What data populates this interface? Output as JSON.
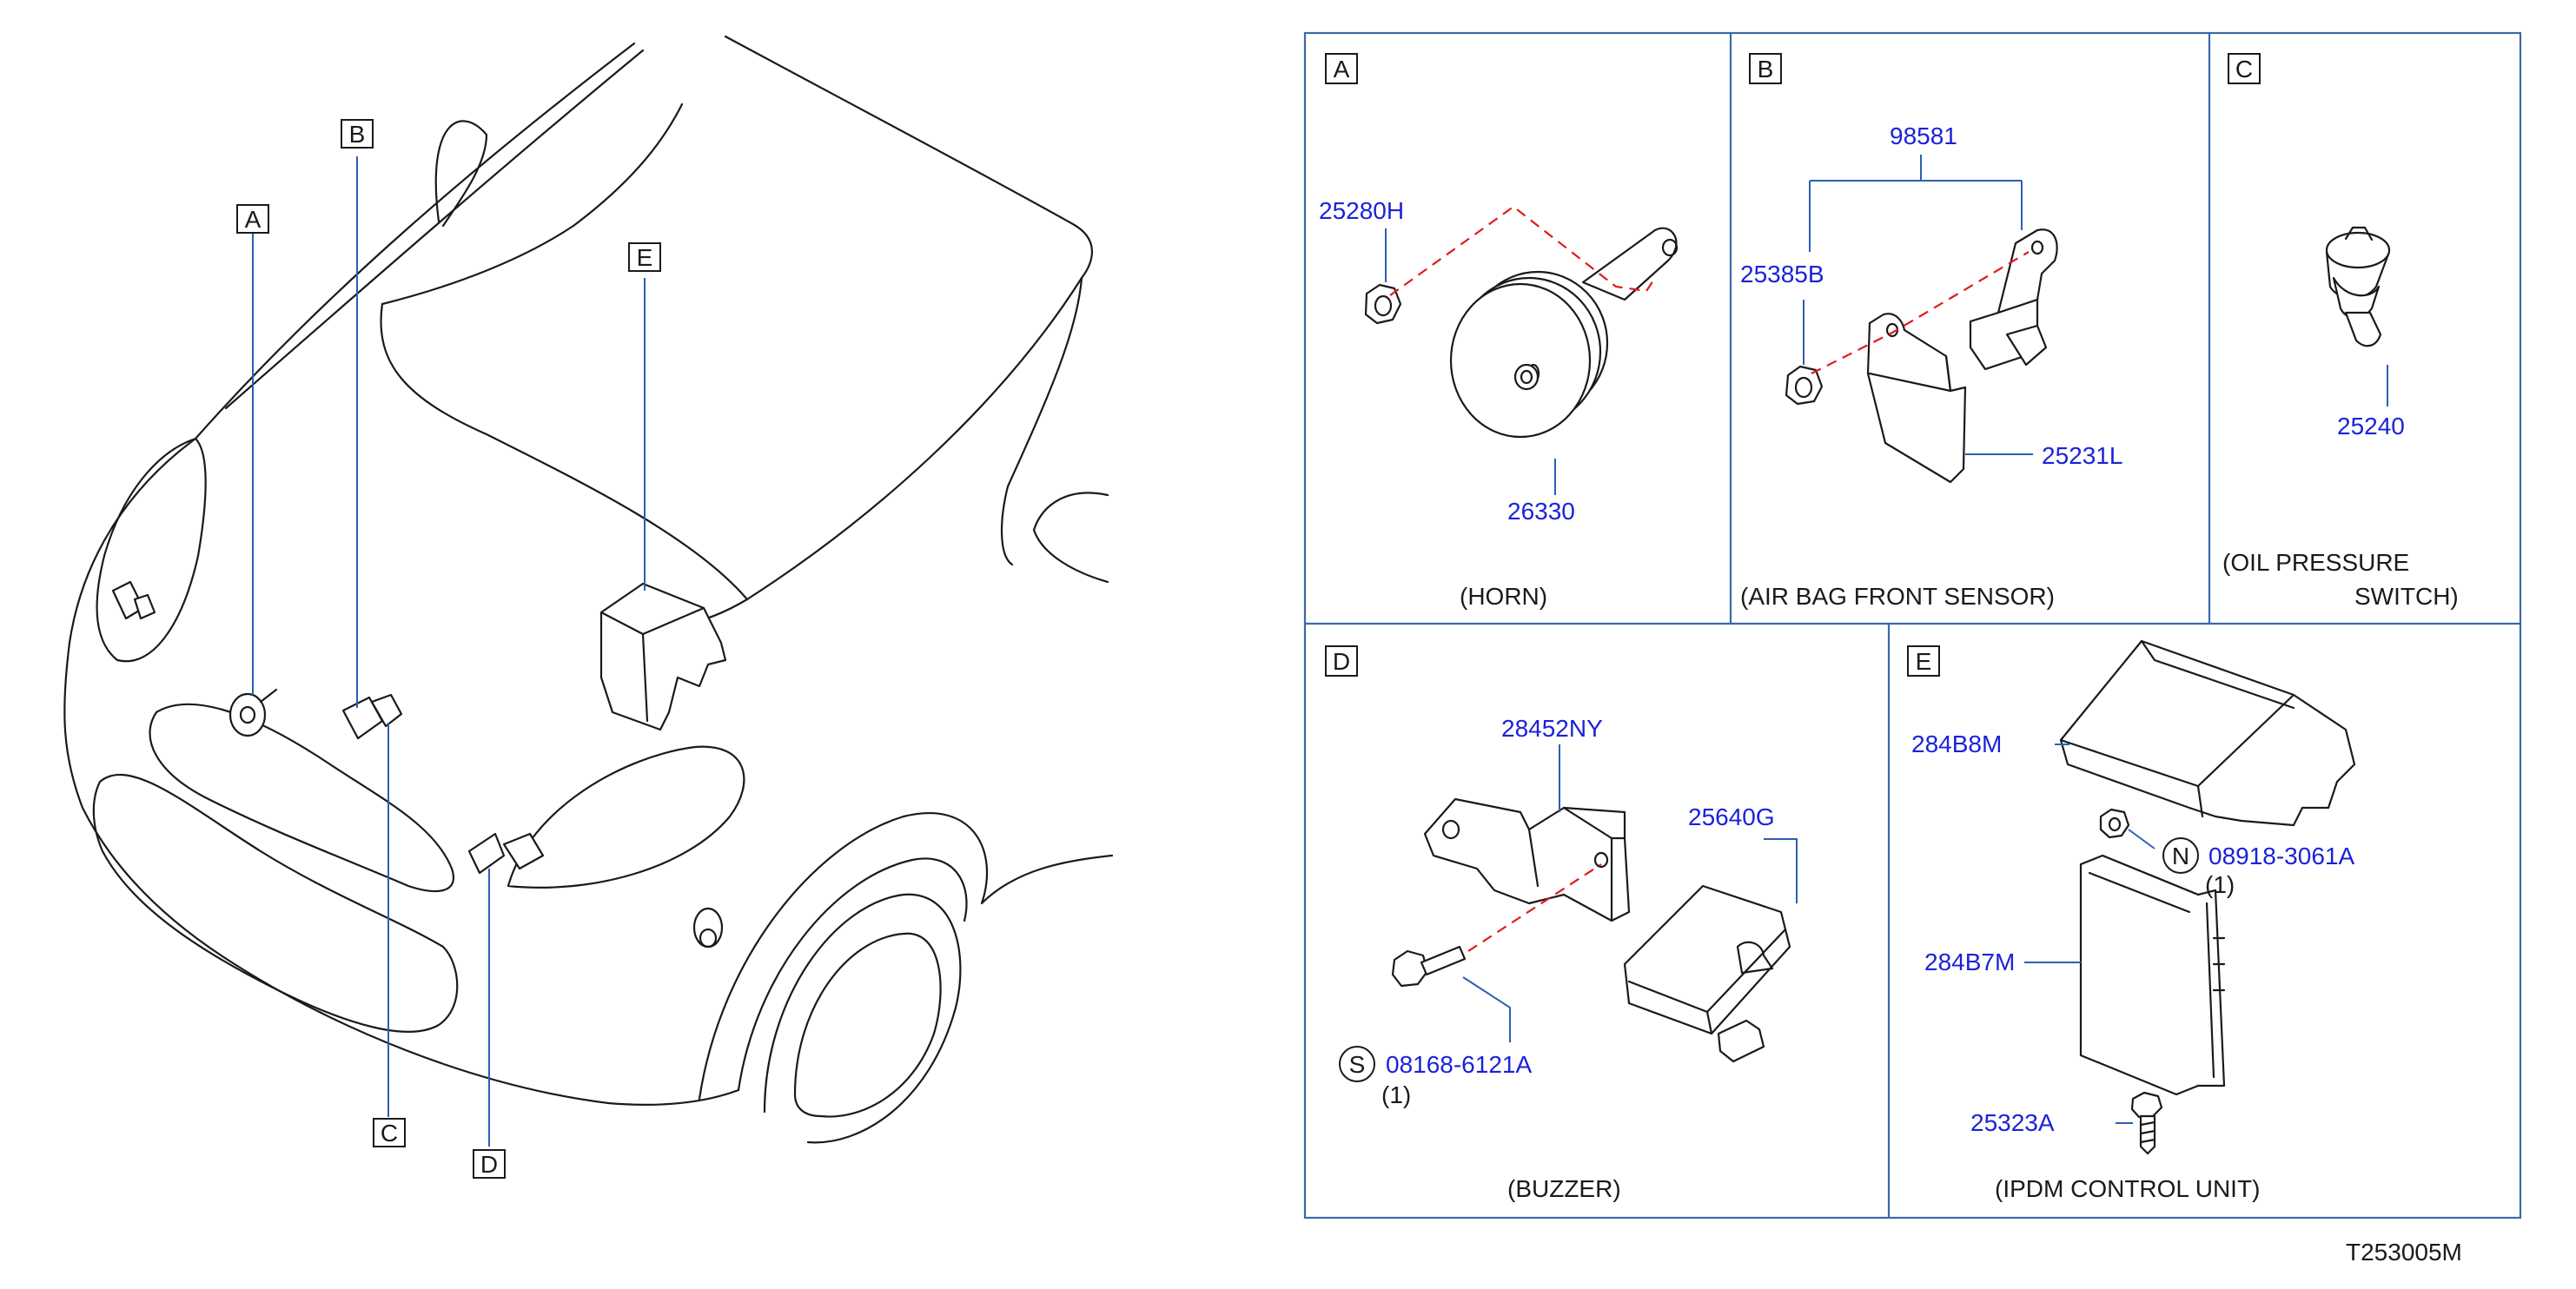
{
  "overview": {
    "callouts": [
      "A",
      "B",
      "C",
      "D",
      "E"
    ]
  },
  "panels": {
    "A": {
      "label": "A",
      "caption": "(HORN)",
      "parts": [
        "25280H",
        "26330"
      ]
    },
    "B": {
      "label": "B",
      "caption": "(AIR   BAG   FRONT   SENSOR)",
      "parts": [
        "98581",
        "25385B",
        "25231L"
      ]
    },
    "C": {
      "label": "C",
      "caption_line1": "(OIL   PRESSURE",
      "caption_line2": "SWITCH)",
      "parts": [
        "25240"
      ]
    },
    "D": {
      "label": "D",
      "caption": "(BUZZER)",
      "parts": [
        "28452NY",
        "25640G",
        "08168-6121A"
      ],
      "fastener_symbol": "S",
      "qty": "(1)"
    },
    "E": {
      "label": "E",
      "caption": "(IPDM   CONTROL   UNIT)",
      "parts": [
        "284B8M",
        "08918-3061A",
        "284B7M",
        "25323A"
      ],
      "fastener_symbol": "N",
      "qty": "(1)"
    }
  },
  "drawing_number": "T253005M"
}
